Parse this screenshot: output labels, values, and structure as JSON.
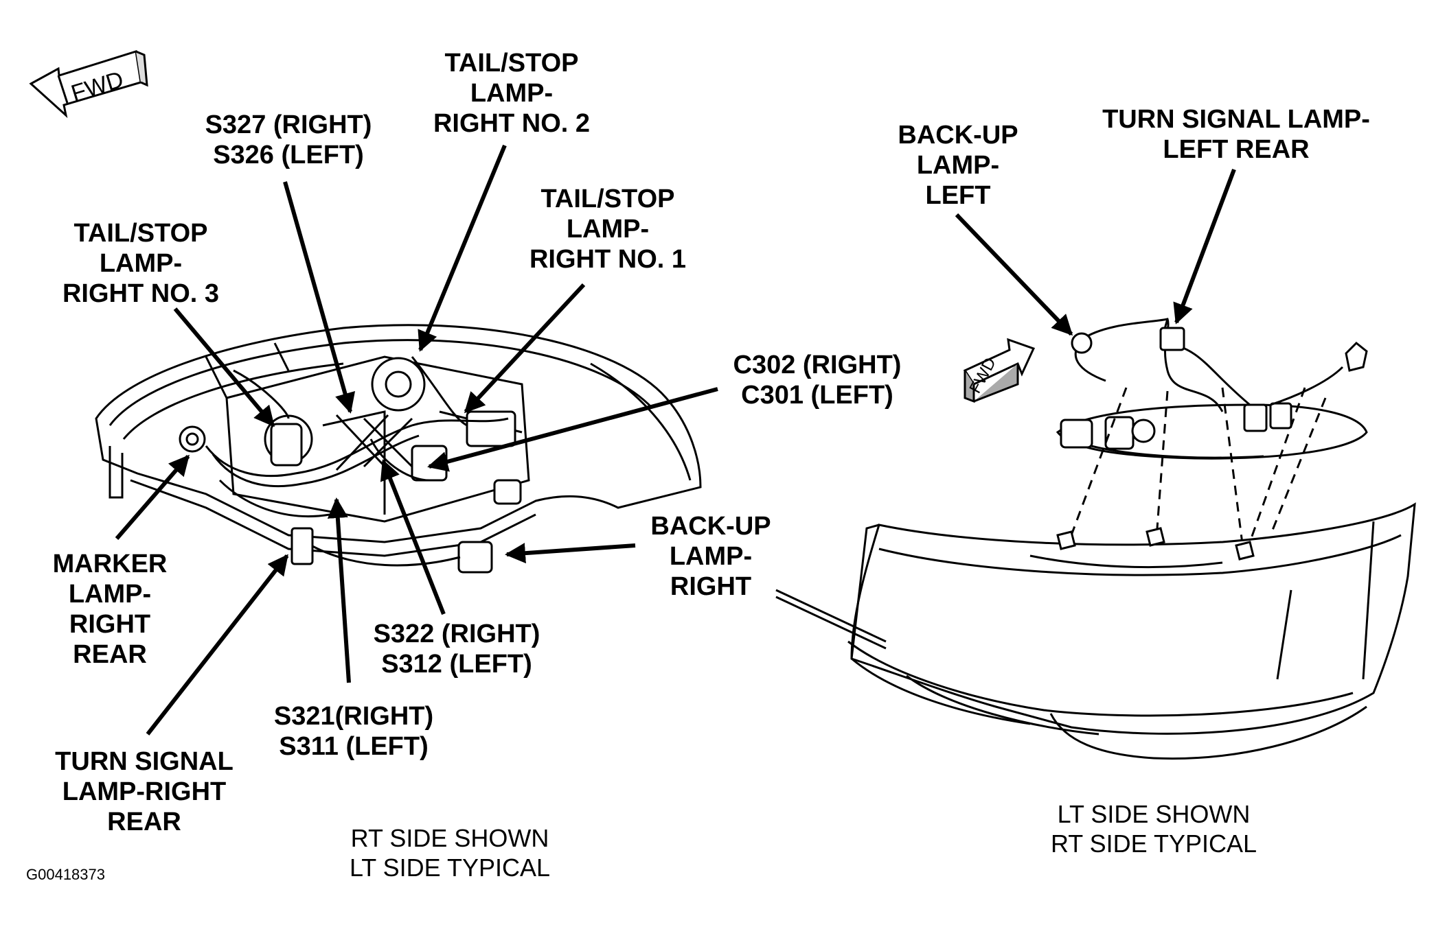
{
  "labels": {
    "tail_stop_no2": [
      "TAIL/STOP",
      "LAMP-",
      "RIGHT NO. 2"
    ],
    "s327_s326": [
      "S327 (RIGHT)",
      "S326 (LEFT)"
    ],
    "tail_stop_no1": [
      "TAIL/STOP",
      "LAMP-",
      "RIGHT NO. 1"
    ],
    "tail_stop_no3": [
      "TAIL/STOP",
      "LAMP-",
      "RIGHT NO. 3"
    ],
    "c302_c301": [
      "C302 (RIGHT)",
      "C301 (LEFT)"
    ],
    "backup_right": [
      "BACK-UP",
      "LAMP-",
      "RIGHT"
    ],
    "marker_lamp": [
      "MARKER",
      "LAMP-",
      "RIGHT",
      "REAR"
    ],
    "s322_s312": [
      "S322 (RIGHT)",
      "S312 (LEFT)"
    ],
    "s321_s311": [
      "S321(RIGHT)",
      "S311 (LEFT)"
    ],
    "turn_signal_right": [
      "TURN SIGNAL",
      "LAMP-RIGHT",
      "REAR"
    ],
    "backup_left": [
      "BACK-UP",
      "LAMP-",
      "LEFT"
    ],
    "turn_signal_left": [
      "TURN SIGNAL LAMP-",
      "LEFT REAR"
    ]
  },
  "notes": {
    "rt_side": [
      "RT SIDE SHOWN",
      "LT SIDE TYPICAL"
    ],
    "lt_side": [
      "LT SIDE SHOWN",
      "RT SIDE TYPICAL"
    ]
  },
  "fwd_label": "FWD",
  "figure_code": "G00418373"
}
